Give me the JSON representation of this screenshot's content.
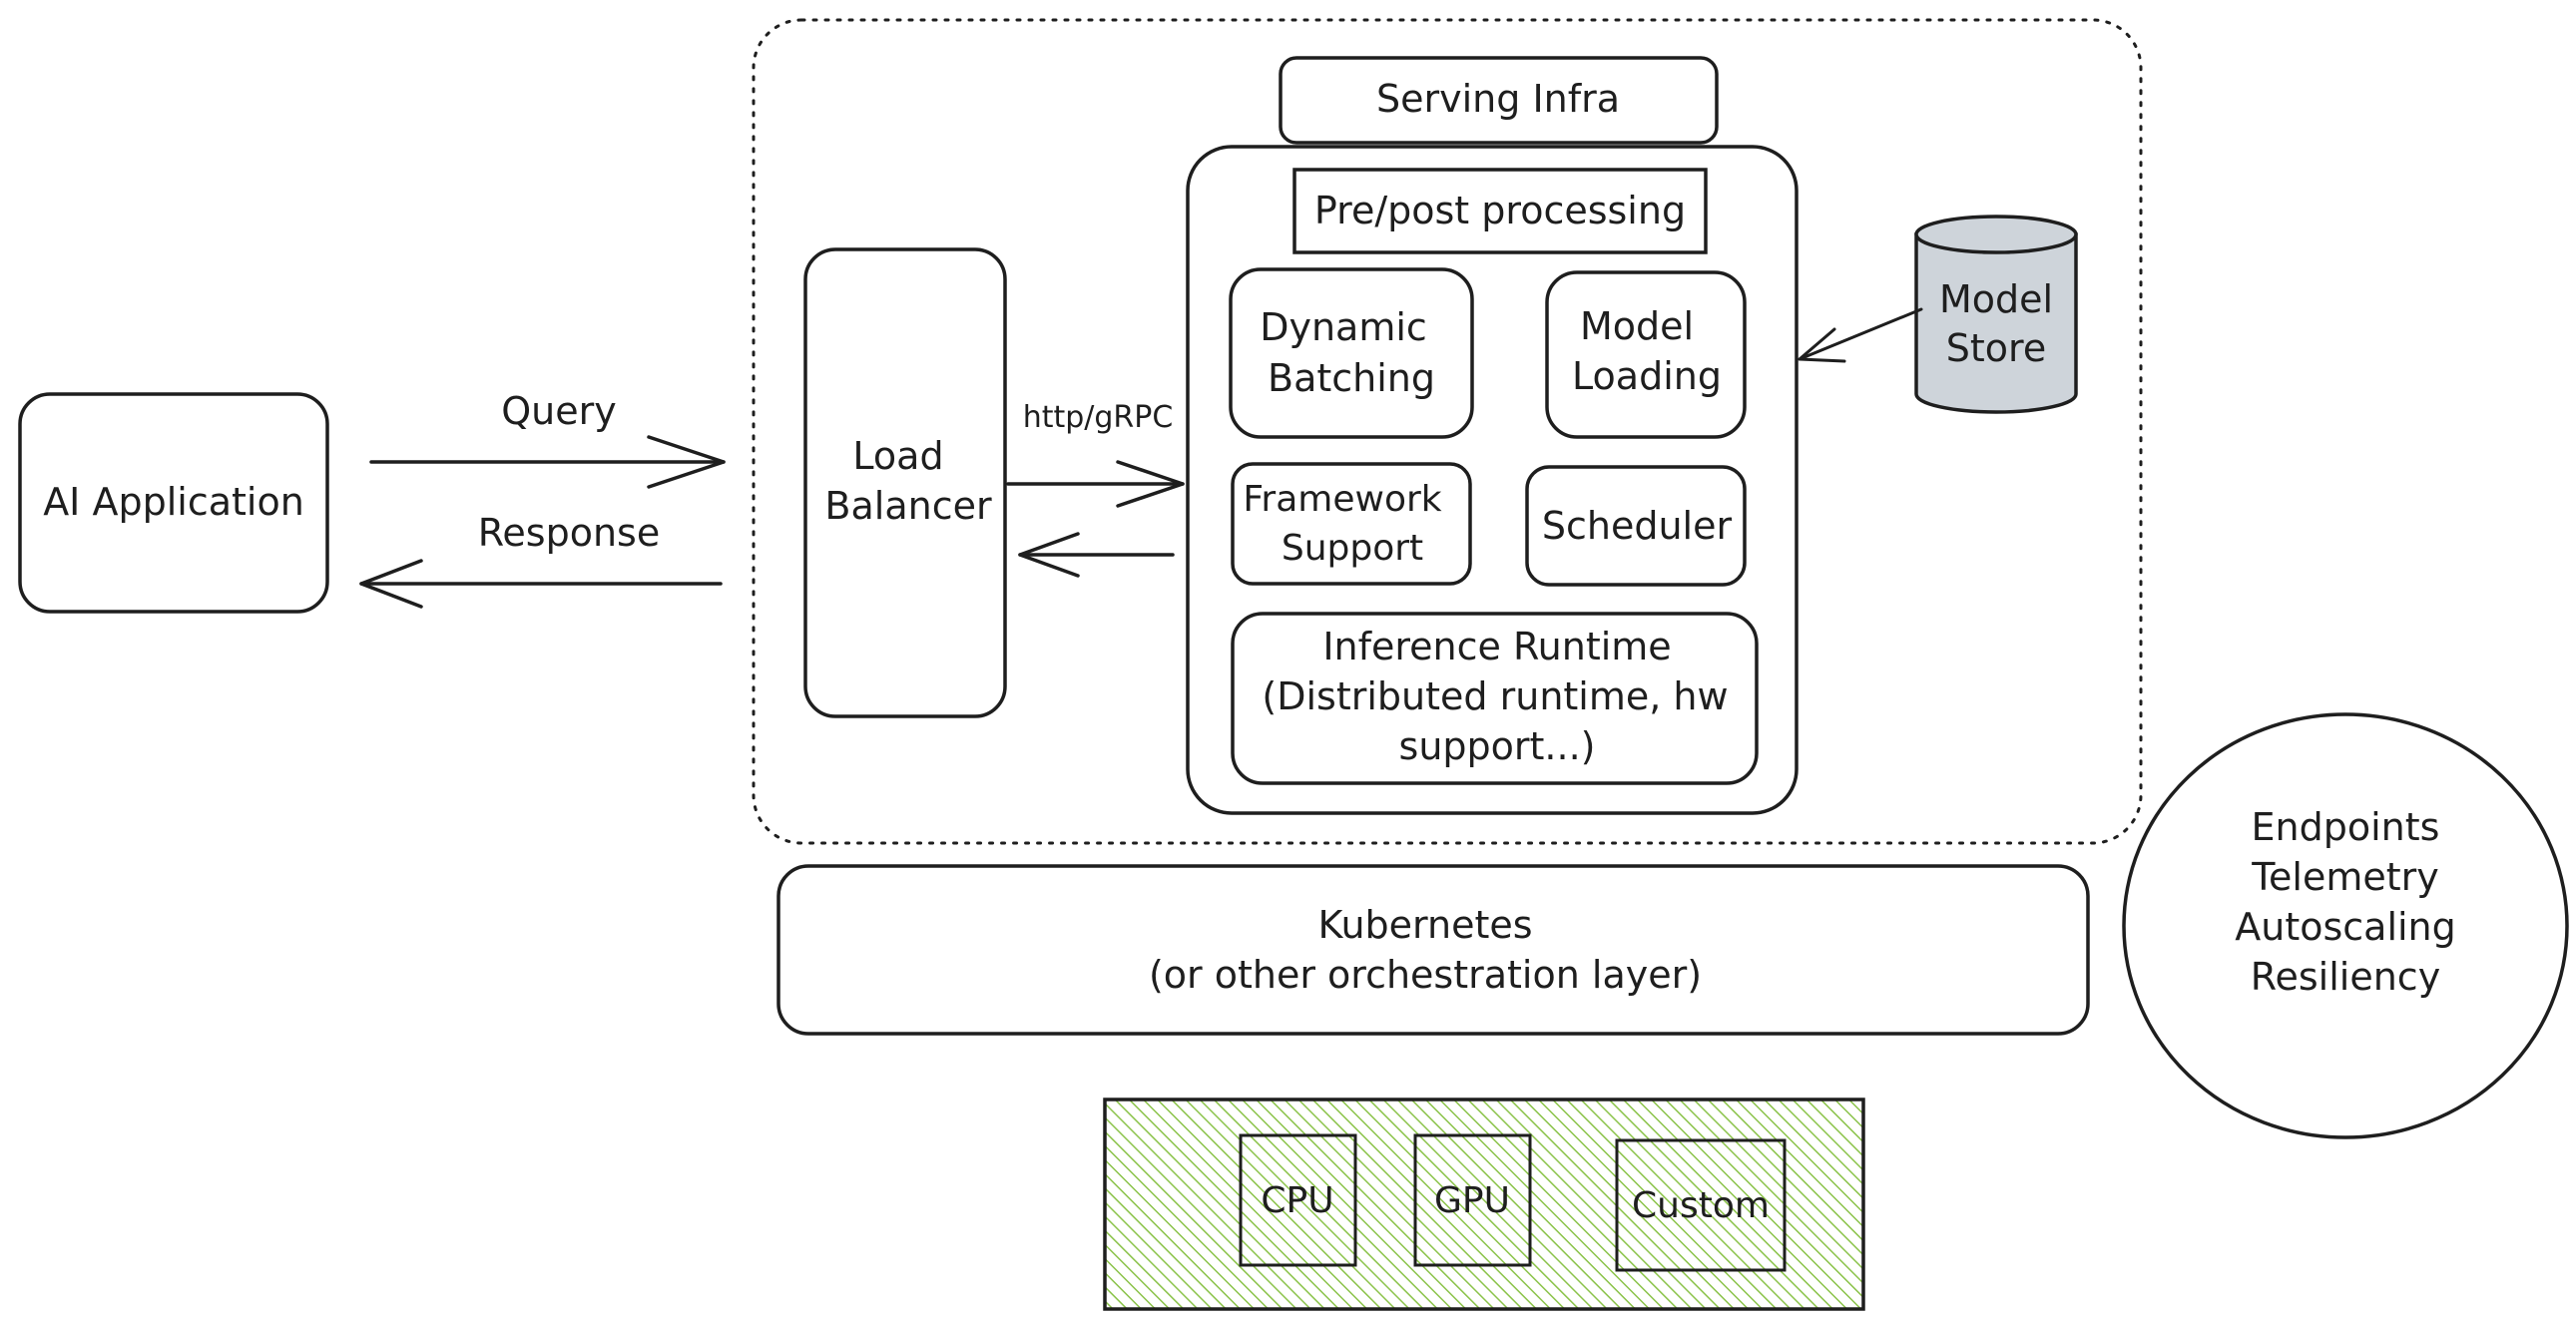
{
  "colors": {
    "stroke": "#1e1e1e",
    "model_store_fill": "#ced4da",
    "hardware_hatch": "#8bc34a",
    "background": "#ffffff"
  },
  "ai_application": {
    "label": "AI Application"
  },
  "arrows": {
    "query_label": "Query",
    "response_label": "Response",
    "protocol_label": "http/gRPC"
  },
  "load_balancer": {
    "line1": "Load",
    "line2": "Balancer"
  },
  "serving_infra": {
    "title": "Serving Infra",
    "pre_post": "Pre/post processing",
    "dynamic_batching": {
      "line1": "Dynamic",
      "line2": "Batching"
    },
    "model_loading": {
      "line1": "Model",
      "line2": "Loading"
    },
    "framework_support": {
      "line1": "Framework",
      "line2": "Support"
    },
    "scheduler": "Scheduler",
    "inference_runtime": {
      "line1": "Inference Runtime",
      "line2": "(Distributed runtime, hw",
      "line3": "support...)"
    }
  },
  "model_store": {
    "line1": "Model",
    "line2": "Store"
  },
  "kubernetes": {
    "line1": "Kubernetes",
    "line2": "(or other orchestration layer)"
  },
  "capabilities": {
    "items": [
      "Endpoints",
      "Telemetry",
      "Autoscaling",
      "Resiliency"
    ]
  },
  "hardware": {
    "cpu": "CPU",
    "gpu": "GPU",
    "custom": "Custom"
  }
}
